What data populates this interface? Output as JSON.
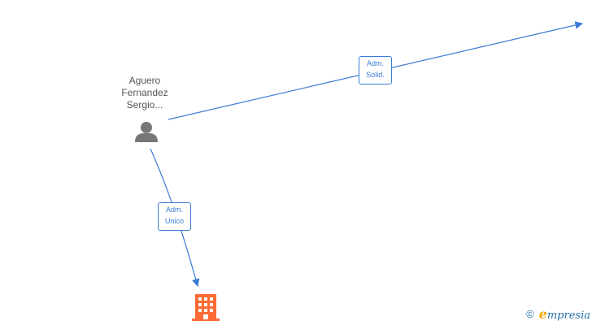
{
  "person": {
    "name_lines": [
      "Aguero",
      "Fernandez",
      "Sergio..."
    ],
    "icon": "person-icon"
  },
  "company": {
    "icon": "building-icon"
  },
  "edges": [
    {
      "label_lines": [
        "Adm.",
        "Solid."
      ]
    },
    {
      "label_lines": [
        "Adm.",
        "Unico"
      ]
    }
  ],
  "watermark": {
    "copyright": "©",
    "brand_initial": "e",
    "brand_rest": "mpresia"
  },
  "colors": {
    "edge": "#3a7bd5",
    "person": "#777777",
    "company": "#ff6b35"
  }
}
